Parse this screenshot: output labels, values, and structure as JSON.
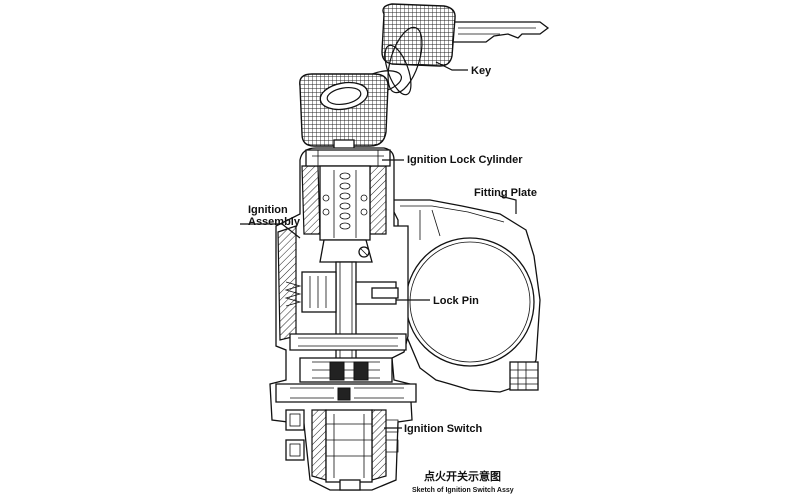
{
  "labels": {
    "key": "Key",
    "lock_cylinder": "Ignition Lock Cylinder",
    "fitting_plate": "Fitting Plate",
    "ignition_line1": "Ignition",
    "ignition_line2": "Assembly",
    "lock_pin": "Lock Pin",
    "ignition_switch": "Ignition Switch"
  },
  "caption": {
    "chinese": "点火开关示意图",
    "english": "Sketch of Ignition Switch Assy"
  }
}
